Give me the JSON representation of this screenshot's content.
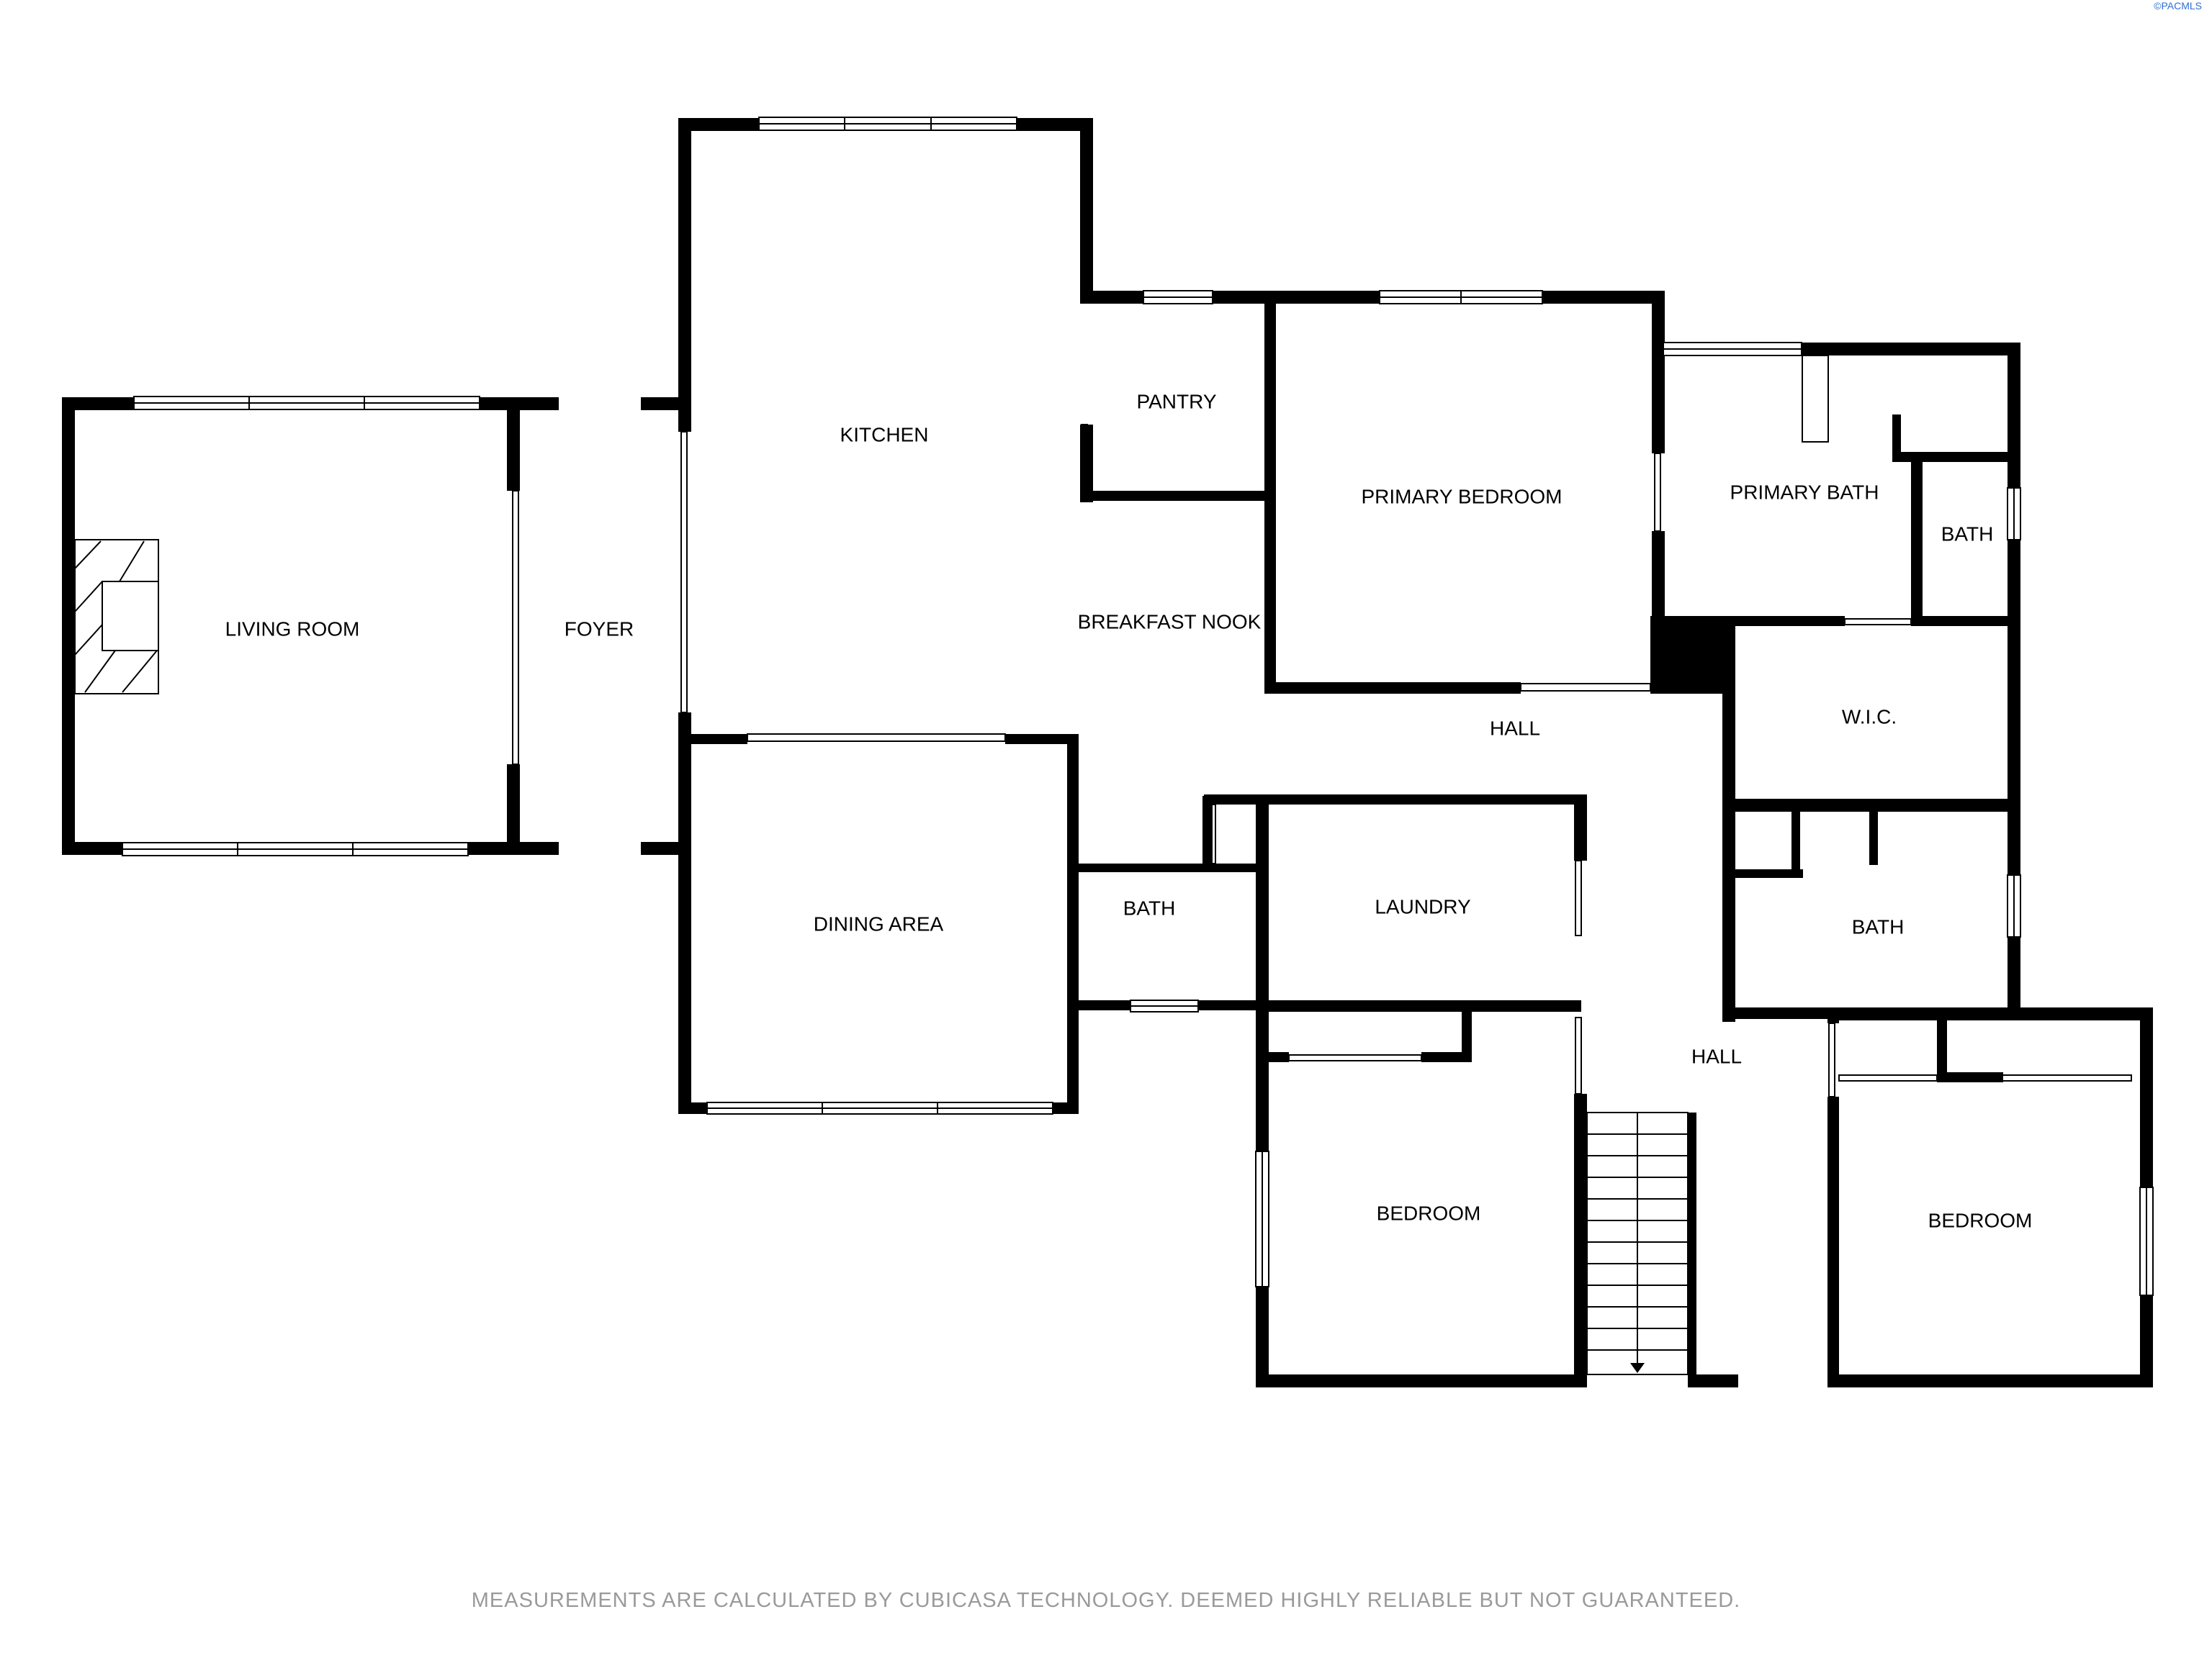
{
  "rooms": {
    "living_room": "LIVING ROOM",
    "foyer": "FOYER",
    "kitchen": "KITCHEN",
    "pantry": "PANTRY",
    "primary_bedroom": "PRIMARY BEDROOM",
    "primary_bath": "PRIMARY BATH",
    "bath_primary_side": "BATH",
    "breakfast_nook": "BREAKFAST NOOK",
    "hall_upper": "HALL",
    "wic": "W.I.C.",
    "dining_area": "DINING AREA",
    "bath_small": "BATH",
    "laundry": "LAUNDRY",
    "bath_right": "BATH",
    "hall_lower": "HALL",
    "bedroom_left": "BEDROOM",
    "bedroom_right": "BEDROOM"
  },
  "disclaimer": "MEASUREMENTS ARE CALCULATED BY CUBICASA TECHNOLOGY. DEEMED HIGHLY RELIABLE BUT NOT GUARANTEED.",
  "copyright": "©PACMLS"
}
